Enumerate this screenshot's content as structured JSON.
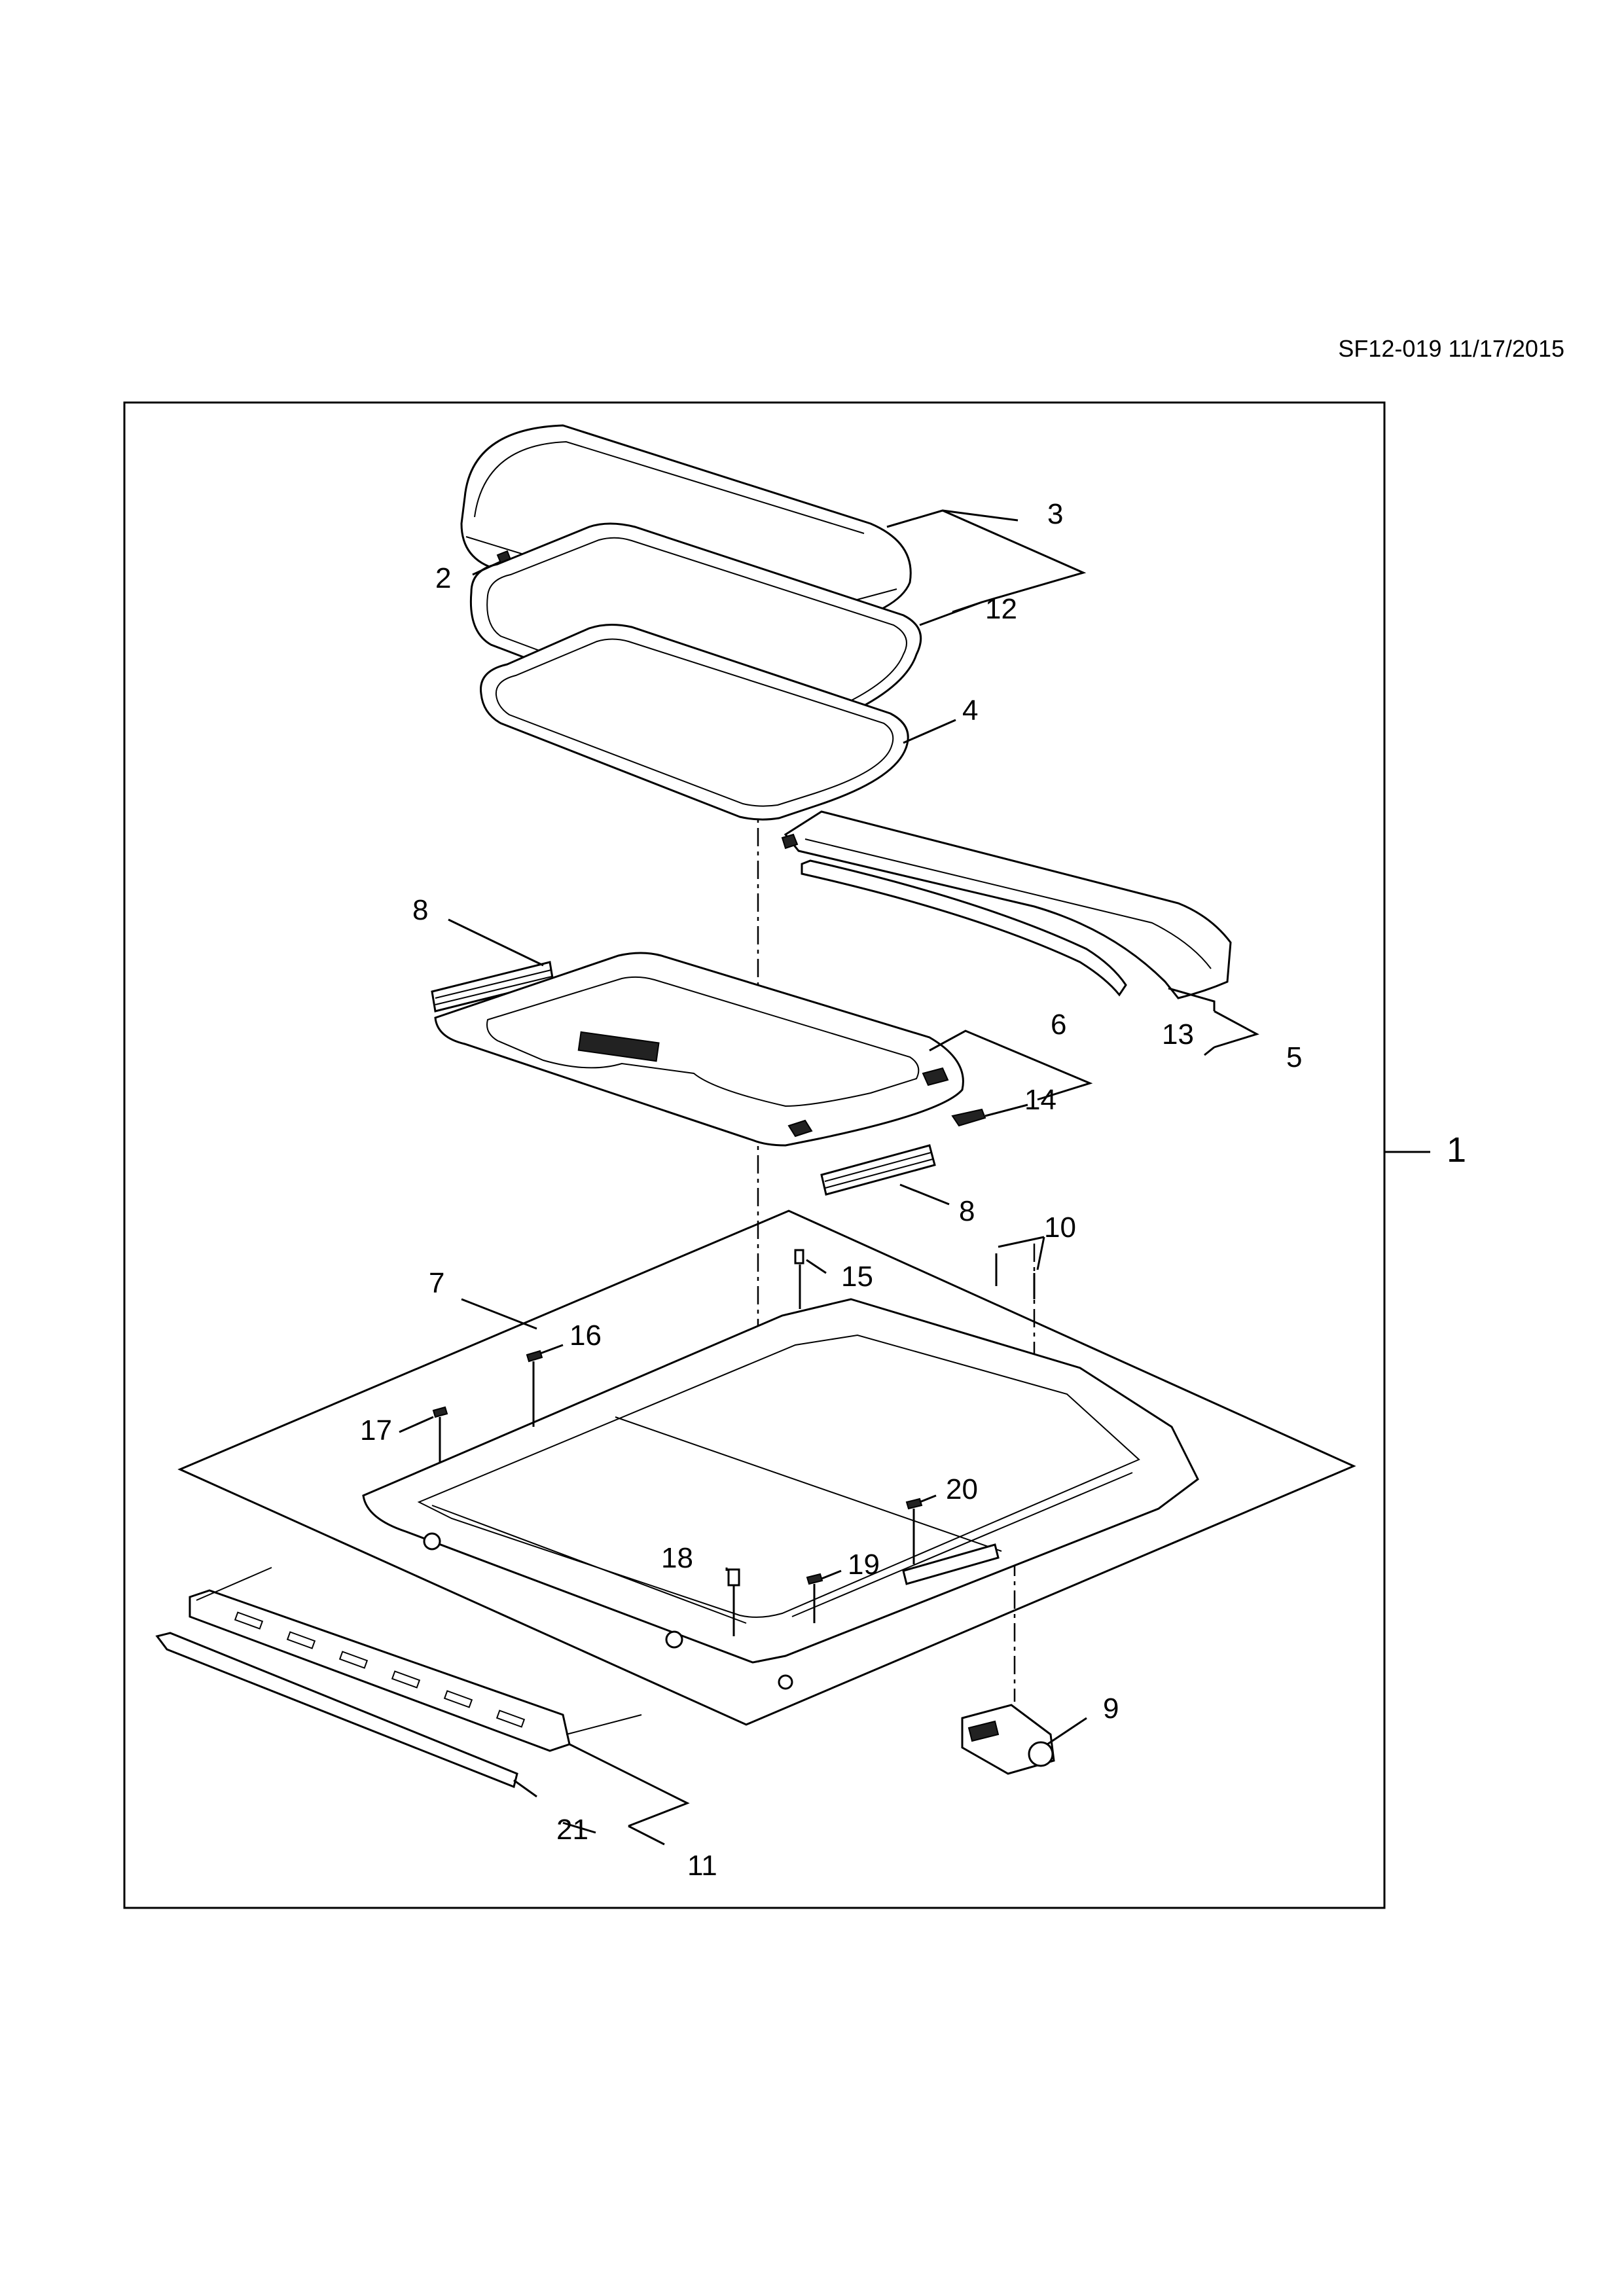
{
  "document": {
    "drawing_id": "SF12-019 11/17/2015"
  },
  "callouts": {
    "c1": "1",
    "c2": "2",
    "c3": "3",
    "c4": "4",
    "c5": "5",
    "c6": "6",
    "c7": "7",
    "c8a": "8",
    "c8b": "8",
    "c9": "9",
    "c10": "10",
    "c11": "11",
    "c12": "12",
    "c13": "13",
    "c14": "14",
    "c15": "15",
    "c16": "16",
    "c17": "17",
    "c18": "18",
    "c19": "19",
    "c20": "20",
    "c21": "21"
  }
}
